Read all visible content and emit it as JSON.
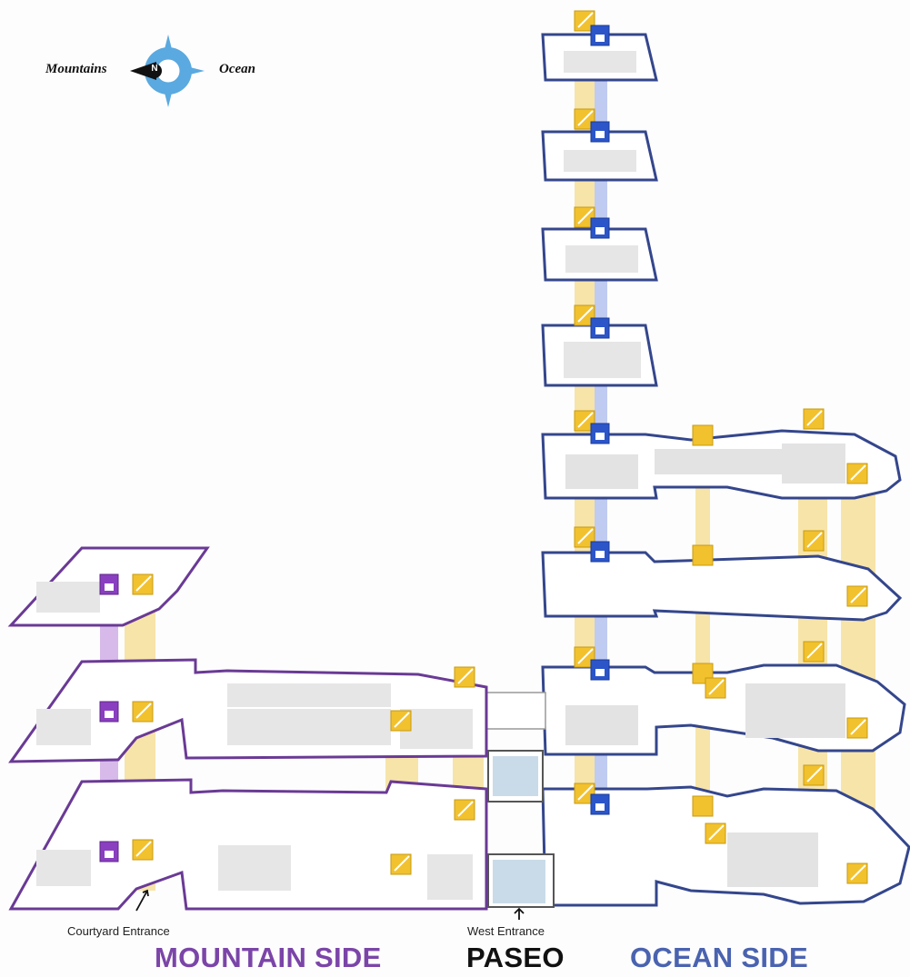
{
  "compass": {
    "left_label": "Mountains",
    "right_label": "Ocean",
    "center_letter": "N",
    "icon": "compass-rose-icon"
  },
  "entrances": {
    "courtyard": "Courtyard Entrance",
    "west": "West Entrance"
  },
  "sides": {
    "mountain": "MOUNTAIN SIDE",
    "paseo": "PASEO",
    "ocean": "OCEAN SIDE"
  },
  "colors": {
    "mountain": "#7b45a8",
    "paseo": "#111111",
    "ocean": "#4a63b0",
    "floor_outline_ocean": "#34468c",
    "floor_outline_mountain": "#6a3a95",
    "stair_yellow": "#f2c12e",
    "elevator_blue": "#2b55c9",
    "elevator_purple": "#8a3fc0",
    "shaft_yellow": "#f6df9a",
    "shaft_blue": "#b9c5ef",
    "shaft_purple": "#d4b3e8"
  },
  "icons": [
    "stairs-icon",
    "elevator-icon",
    "entrance-arrow-icon"
  ]
}
